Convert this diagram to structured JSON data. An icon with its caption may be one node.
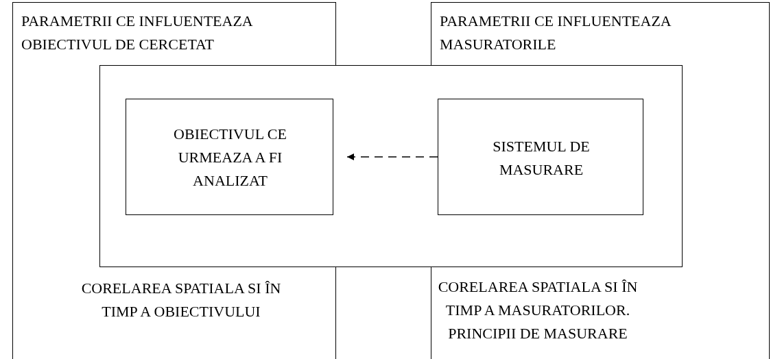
{
  "diagram": {
    "nodes": [
      {
        "text": [
          "PARAMETRII CE INFLUENTEAZA OBIECTIVUL DE CERCETAT",
          "CORELAREA SPATIALA SI ÎN TIMP A OBIECTIVULUI"
        ]
      },
      {
        "text": [
          "PARAMETRII CE INFLUENTEAZA MASURATORILE",
          "CORELAREA SPATIALA SI ÎN TIMP A MASURATORILOR. PRINCIPII DE MASURARE"
        ]
      },
      {
        "text": [
          "OBIECTIVUL CE URMEAZA A FI ANALIZAT"
        ],
        "in": 0
      },
      {
        "text": [
          "SISTEMUL DE MASURARE"
        ],
        "in": 1
      }
    ],
    "edges": [
      {
        "from": 3,
        "to": 2,
        "arrow": "to",
        "style": "dashed"
      }
    ]
  }
}
